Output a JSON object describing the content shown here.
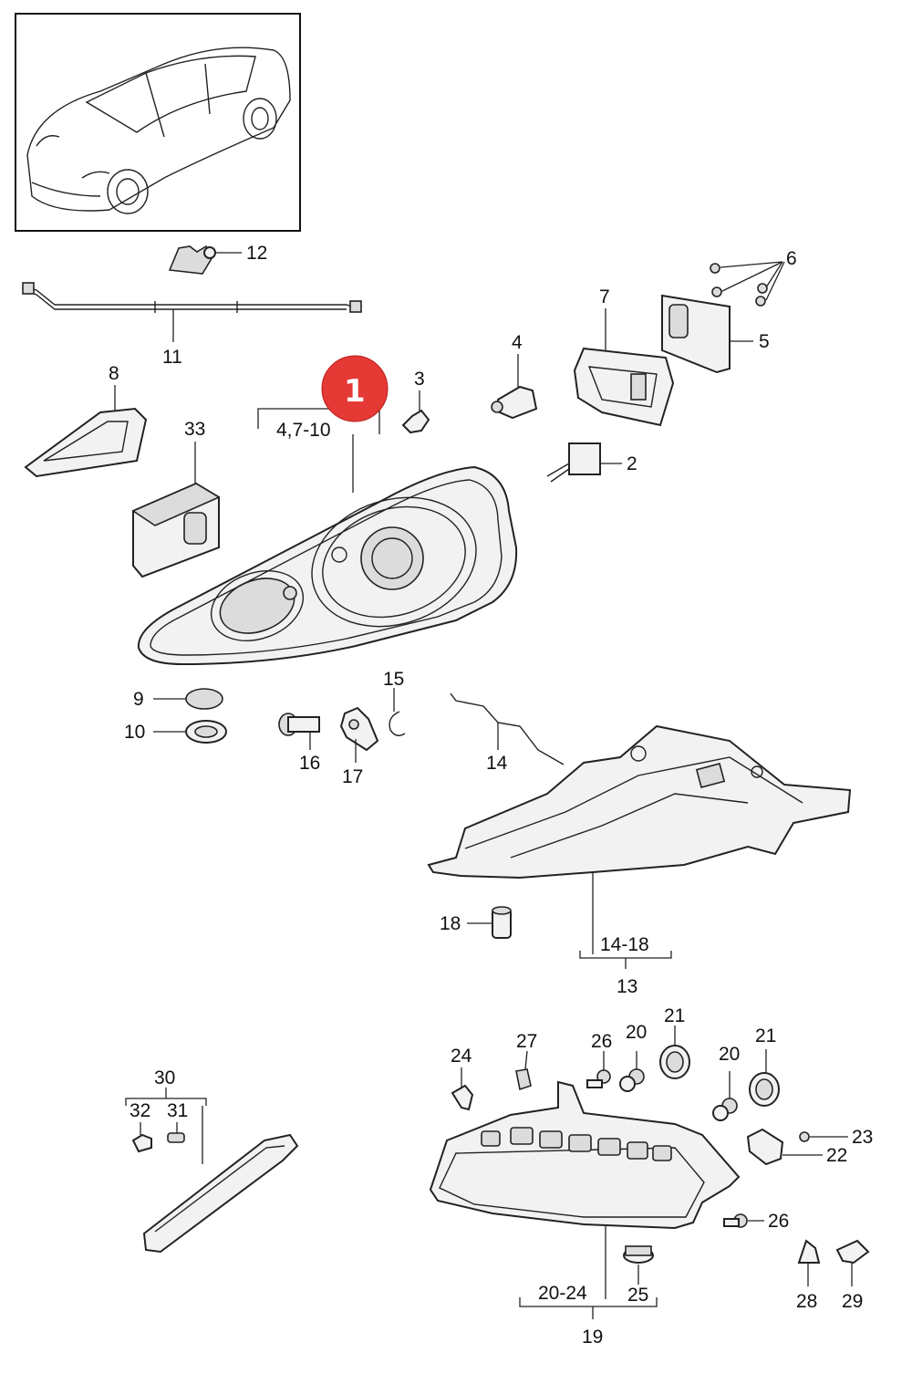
{
  "callouts": {
    "p1": "1",
    "p2": "2",
    "p3": "3",
    "p4": "4",
    "p5": "5",
    "p6": "6",
    "p7": "7",
    "p8": "8",
    "p9": "9",
    "p10": "10",
    "p11": "11",
    "p12": "12",
    "p13": "13",
    "p14": "14",
    "p15": "15",
    "p16": "16",
    "p17": "17",
    "p18": "18",
    "p19": "19",
    "p20a": "20",
    "p20b": "20",
    "p21a": "21",
    "p21b": "21",
    "p22": "22",
    "p23": "23",
    "p24": "24",
    "p25": "25",
    "p26a": "26",
    "p26b": "26",
    "p27": "27",
    "p28": "28",
    "p29": "29",
    "p30": "30",
    "p31": "31",
    "p32": "32",
    "p33": "33"
  },
  "ranges": {
    "r_4_7_10": "4,7-10",
    "r_14_18": "14-18",
    "r_20_24": "20-24"
  },
  "highlight": {
    "label": "1",
    "color": "#e53935"
  }
}
